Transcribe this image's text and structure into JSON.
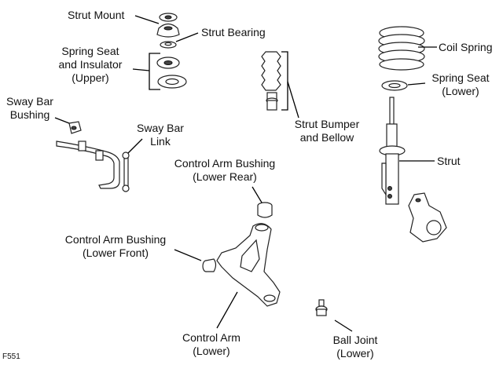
{
  "figure_id": "F551",
  "labels": {
    "strut_mount": "Strut Mount",
    "strut_bearing": "Strut Bearing",
    "spring_seat_upper_1": "Spring Seat",
    "spring_seat_upper_2": "and Insulator",
    "spring_seat_upper_3": "(Upper)",
    "sway_bar_bushing_1": "Sway Bar",
    "sway_bar_bushing_2": "Bushing",
    "sway_bar_link_1": "Sway Bar",
    "sway_bar_link_2": "Link",
    "strut_bumper_1": "Strut Bumper",
    "strut_bumper_2": "and Bellow",
    "coil_spring": "Coil Spring",
    "spring_seat_lower_1": "Spring Seat",
    "spring_seat_lower_2": "(Lower)",
    "strut": "Strut",
    "ca_bushing_rear_1": "Control Arm Bushing",
    "ca_bushing_rear_2": "(Lower Rear)",
    "ca_bushing_front_1": "Control Arm Bushing",
    "ca_bushing_front_2": "(Lower Front)",
    "control_arm_1": "Control Arm",
    "control_arm_2": "(Lower)",
    "ball_joint_1": "Ball Joint",
    "ball_joint_2": "(Lower)"
  }
}
